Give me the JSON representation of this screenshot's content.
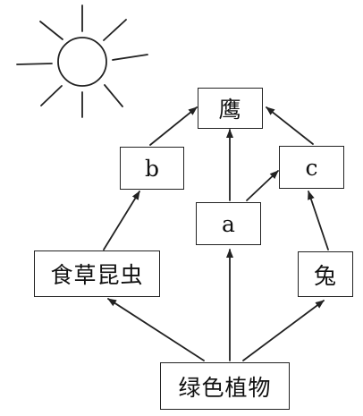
{
  "nodes": {
    "eagle": "鹰",
    "b": "b",
    "c": "c",
    "a": "a",
    "insect": "食草昆虫",
    "rabbit": "兔",
    "plant": "绿色植物"
  },
  "edges": [
    {
      "from": "plant",
      "to": "insect"
    },
    {
      "from": "plant",
      "to": "a"
    },
    {
      "from": "plant",
      "to": "rabbit"
    },
    {
      "from": "insect",
      "to": "b"
    },
    {
      "from": "rabbit",
      "to": "c"
    },
    {
      "from": "a",
      "to": "eagle"
    },
    {
      "from": "a",
      "to": "c"
    },
    {
      "from": "b",
      "to": "eagle"
    },
    {
      "from": "c",
      "to": "eagle"
    }
  ],
  "colors": {
    "ink": "#222222",
    "background": "#ffffff"
  },
  "icons": [
    "sun-icon"
  ]
}
